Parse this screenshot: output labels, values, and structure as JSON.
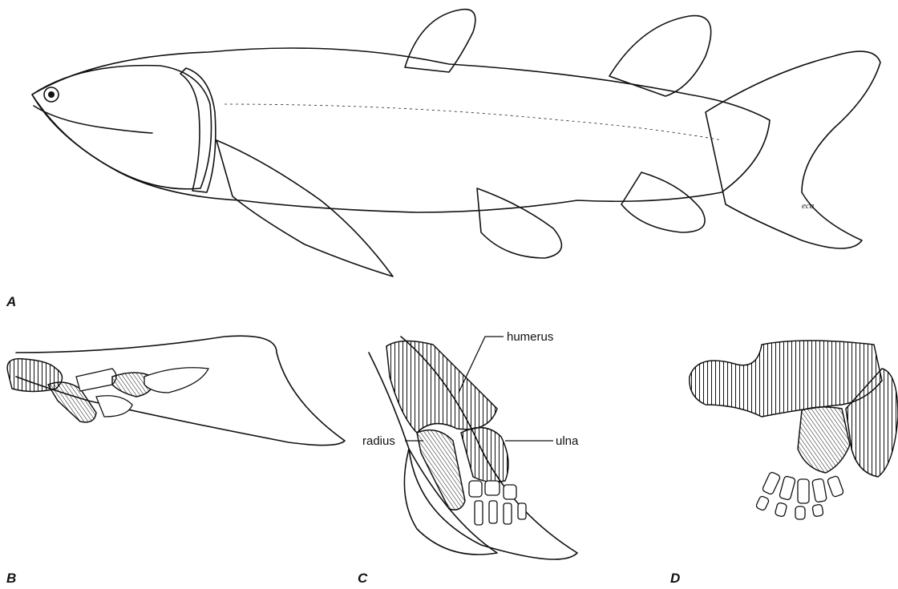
{
  "panels": {
    "a": {
      "letter": "A"
    },
    "b": {
      "letter": "B"
    },
    "c": {
      "letter": "C",
      "labels": {
        "humerus": "humerus",
        "radius": "radius",
        "ulna": "ulna"
      }
    },
    "d": {
      "letter": "D"
    }
  },
  "signature": "eca",
  "colors": {
    "ink": "#111111",
    "paper": "#ffffff"
  }
}
